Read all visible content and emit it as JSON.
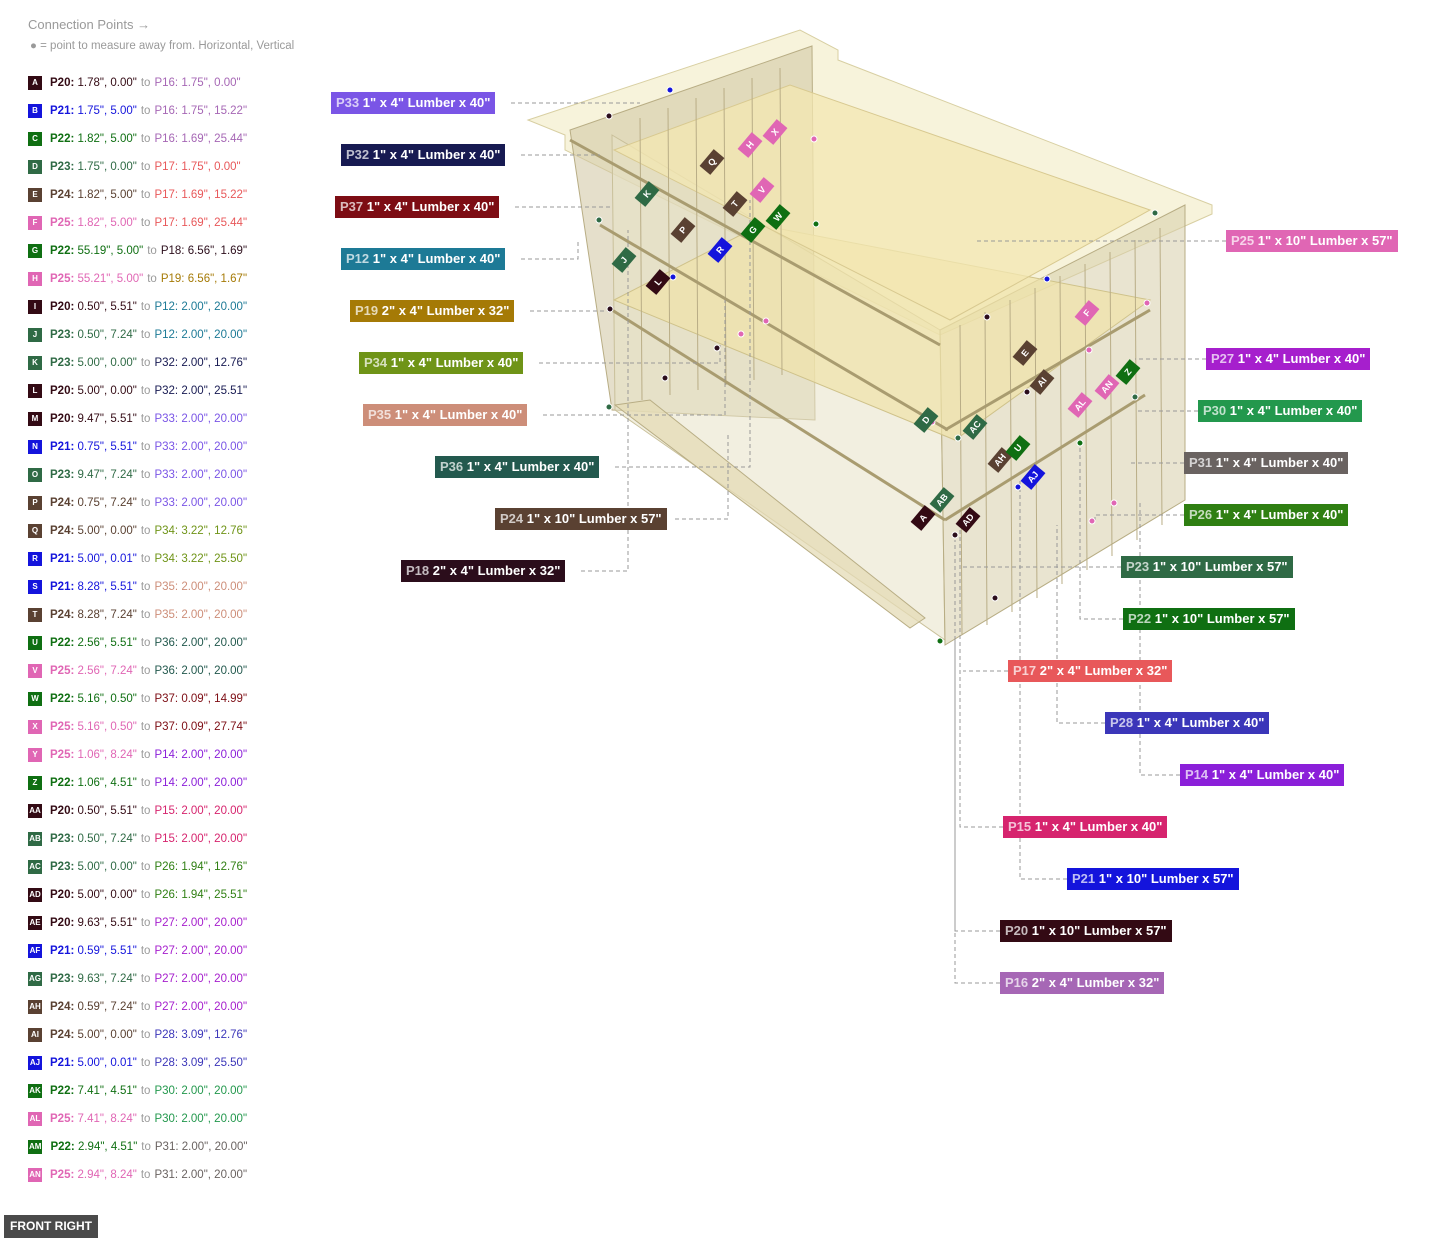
{
  "header": {
    "title": "Connection Points →",
    "note": "● = point to measure away from. Horizontal, Vertical"
  },
  "colors": {
    "P12": "#1d7a96",
    "P14": "#8b1fd9",
    "P15": "#d6246e",
    "P16": "#a667b5",
    "P17": "#e8585a",
    "P18": "#2b0d1b",
    "P19": "#a57a06",
    "P20": "#330a14",
    "P21": "#1414dc",
    "P22": "#0f6f12",
    "P23": "#2f6a45",
    "P24": "#5a4132",
    "P25": "#e066b4",
    "P26": "#2f7f12",
    "P27": "#a61fcd",
    "P28": "#3b36b9",
    "P30": "#23984d",
    "P31": "#6a6361",
    "P32": "#171a52",
    "P33": "#7a55e6",
    "P34": "#6f9417",
    "P35": "#cd8e79",
    "P36": "#23594e",
    "P37": "#7d0d14"
  },
  "connections": [
    {
      "id": "A",
      "pa": "P20",
      "va": "1.78\", 0.00\"",
      "pb": "P16",
      "vb": "1.75\", 0.00\""
    },
    {
      "id": "B",
      "pa": "P21",
      "va": "1.75\", 5.00\"",
      "pb": "P16",
      "vb": "1.75\", 15.22\""
    },
    {
      "id": "C",
      "pa": "P22",
      "va": "1.82\", 5.00\"",
      "pb": "P16",
      "vb": "1.69\", 25.44\""
    },
    {
      "id": "D",
      "pa": "P23",
      "va": "1.75\", 0.00\"",
      "pb": "P17",
      "vb": "1.75\", 0.00\""
    },
    {
      "id": "E",
      "pa": "P24",
      "va": "1.82\", 5.00\"",
      "pb": "P17",
      "vb": "1.69\", 15.22\""
    },
    {
      "id": "F",
      "pa": "P25",
      "va": "1.82\", 5.00\"",
      "pb": "P17",
      "vb": "1.69\", 25.44\""
    },
    {
      "id": "G",
      "pa": "P22",
      "va": "55.19\", 5.00\"",
      "pb": "P18",
      "vb": "6.56\", 1.69\""
    },
    {
      "id": "H",
      "pa": "P25",
      "va": "55.21\", 5.00\"",
      "pb": "P19",
      "vb": "6.56\", 1.67\""
    },
    {
      "id": "I",
      "pa": "P20",
      "va": "0.50\", 5.51\"",
      "pb": "P12",
      "vb": "2.00\", 20.00\""
    },
    {
      "id": "J",
      "pa": "P23",
      "va": "0.50\", 7.24\"",
      "pb": "P12",
      "vb": "2.00\", 20.00\""
    },
    {
      "id": "K",
      "pa": "P23",
      "va": "5.00\", 0.00\"",
      "pb": "P32",
      "vb": "2.00\", 12.76\""
    },
    {
      "id": "L",
      "pa": "P20",
      "va": "5.00\", 0.00\"",
      "pb": "P32",
      "vb": "2.00\", 25.51\""
    },
    {
      "id": "M",
      "pa": "P20",
      "va": "9.47\", 5.51\"",
      "pb": "P33",
      "vb": "2.00\", 20.00\""
    },
    {
      "id": "N",
      "pa": "P21",
      "va": "0.75\", 5.51\"",
      "pb": "P33",
      "vb": "2.00\", 20.00\""
    },
    {
      "id": "O",
      "pa": "P23",
      "va": "9.47\", 7.24\"",
      "pb": "P33",
      "vb": "2.00\", 20.00\""
    },
    {
      "id": "P",
      "pa": "P24",
      "va": "0.75\", 7.24\"",
      "pb": "P33",
      "vb": "2.00\", 20.00\""
    },
    {
      "id": "Q",
      "pa": "P24",
      "va": "5.00\", 0.00\"",
      "pb": "P34",
      "vb": "3.22\", 12.76\""
    },
    {
      "id": "R",
      "pa": "P21",
      "va": "5.00\", 0.01\"",
      "pb": "P34",
      "vb": "3.22\", 25.50\""
    },
    {
      "id": "S",
      "pa": "P21",
      "va": "8.28\", 5.51\"",
      "pb": "P35",
      "vb": "2.00\", 20.00\""
    },
    {
      "id": "T",
      "pa": "P24",
      "va": "8.28\", 7.24\"",
      "pb": "P35",
      "vb": "2.00\", 20.00\""
    },
    {
      "id": "U",
      "pa": "P22",
      "va": "2.56\", 5.51\"",
      "pb": "P36",
      "vb": "2.00\", 20.00\""
    },
    {
      "id": "V",
      "pa": "P25",
      "va": "2.56\", 7.24\"",
      "pb": "P36",
      "vb": "2.00\", 20.00\""
    },
    {
      "id": "W",
      "pa": "P22",
      "va": "5.16\", 0.50\"",
      "pb": "P37",
      "vb": "0.09\", 14.99\""
    },
    {
      "id": "X",
      "pa": "P25",
      "va": "5.16\", 0.50\"",
      "pb": "P37",
      "vb": "0.09\", 27.74\""
    },
    {
      "id": "Y",
      "pa": "P25",
      "va": "1.06\", 8.24\"",
      "pb": "P14",
      "vb": "2.00\", 20.00\""
    },
    {
      "id": "Z",
      "pa": "P22",
      "va": "1.06\", 4.51\"",
      "pb": "P14",
      "vb": "2.00\", 20.00\""
    },
    {
      "id": "AA",
      "pa": "P20",
      "va": "0.50\", 5.51\"",
      "pb": "P15",
      "vb": "2.00\", 20.00\""
    },
    {
      "id": "AB",
      "pa": "P23",
      "va": "0.50\", 7.24\"",
      "pb": "P15",
      "vb": "2.00\", 20.00\""
    },
    {
      "id": "AC",
      "pa": "P23",
      "va": "5.00\", 0.00\"",
      "pb": "P26",
      "vb": "1.94\", 12.76\""
    },
    {
      "id": "AD",
      "pa": "P20",
      "va": "5.00\", 0.00\"",
      "pb": "P26",
      "vb": "1.94\", 25.51\""
    },
    {
      "id": "AE",
      "pa": "P20",
      "va": "9.63\", 5.51\"",
      "pb": "P27",
      "vb": "2.00\", 20.00\""
    },
    {
      "id": "AF",
      "pa": "P21",
      "va": "0.59\", 5.51\"",
      "pb": "P27",
      "vb": "2.00\", 20.00\""
    },
    {
      "id": "AG",
      "pa": "P23",
      "va": "9.63\", 7.24\"",
      "pb": "P27",
      "vb": "2.00\", 20.00\""
    },
    {
      "id": "AH",
      "pa": "P24",
      "va": "0.59\", 7.24\"",
      "pb": "P27",
      "vb": "2.00\", 20.00\""
    },
    {
      "id": "AI",
      "pa": "P24",
      "va": "5.00\", 0.00\"",
      "pb": "P28",
      "vb": "3.09\", 12.76\""
    },
    {
      "id": "AJ",
      "pa": "P21",
      "va": "5.00\", 0.01\"",
      "pb": "P28",
      "vb": "3.09\", 25.50\""
    },
    {
      "id": "AK",
      "pa": "P22",
      "va": "7.41\", 4.51\"",
      "pb": "P30",
      "vb": "2.00\", 20.00\""
    },
    {
      "id": "AL",
      "pa": "P25",
      "va": "7.41\", 8.24\"",
      "pb": "P30",
      "vb": "2.00\", 20.00\""
    },
    {
      "id": "AM",
      "pa": "P22",
      "va": "2.94\", 4.51\"",
      "pb": "P31",
      "vb": "2.00\", 20.00\""
    },
    {
      "id": "AN",
      "pa": "P25",
      "va": "2.94\", 8.24\"",
      "pb": "P31",
      "vb": "2.00\", 20.00\""
    }
  ],
  "part_labels": [
    {
      "id": "P33",
      "desc": "1\" x 4\" Lumber  x 40\""
    },
    {
      "id": "P32",
      "desc": "1\" x 4\" Lumber  x 40\""
    },
    {
      "id": "P37",
      "desc": "1\" x 4\" Lumber  x 40\""
    },
    {
      "id": "P12",
      "desc": "1\" x 4\" Lumber  x 40\""
    },
    {
      "id": "P19",
      "desc": "2\" x 4\" Lumber  x 32\""
    },
    {
      "id": "P34",
      "desc": "1\" x 4\" Lumber  x 40\""
    },
    {
      "id": "P35",
      "desc": "1\" x 4\" Lumber  x 40\""
    },
    {
      "id": "P36",
      "desc": "1\" x 4\" Lumber  x 40\""
    },
    {
      "id": "P24",
      "desc": "1\" x 10\" Lumber  x 57\""
    },
    {
      "id": "P18",
      "desc": "2\" x 4\" Lumber  x 32\""
    },
    {
      "id": "P25",
      "desc": "1\" x 10\" Lumber  x 57\""
    },
    {
      "id": "P27",
      "desc": "1\" x 4\" Lumber  x 40\""
    },
    {
      "id": "P30",
      "desc": "1\" x 4\" Lumber  x 40\""
    },
    {
      "id": "P31",
      "desc": "1\" x 4\" Lumber  x 40\""
    },
    {
      "id": "P26",
      "desc": "1\" x 4\" Lumber  x 40\""
    },
    {
      "id": "P23",
      "desc": "1\" x 10\" Lumber  x 57\""
    },
    {
      "id": "P22",
      "desc": "1\" x 10\" Lumber  x 57\""
    },
    {
      "id": "P17",
      "desc": "2\" x 4\" Lumber  x 32\""
    },
    {
      "id": "P28",
      "desc": "1\" x 4\" Lumber  x 40\""
    },
    {
      "id": "P14",
      "desc": "1\" x 4\" Lumber  x 40\""
    },
    {
      "id": "P15",
      "desc": "1\" x 4\" Lumber  x 40\""
    },
    {
      "id": "P21",
      "desc": "1\" x 10\" Lumber  x 57\""
    },
    {
      "id": "P20",
      "desc": "1\" x 10\" Lumber  x 57\""
    },
    {
      "id": "P16",
      "desc": "2\" x 4\" Lumber  x 32\""
    }
  ],
  "view": {
    "label": "FRONT RIGHT"
  }
}
